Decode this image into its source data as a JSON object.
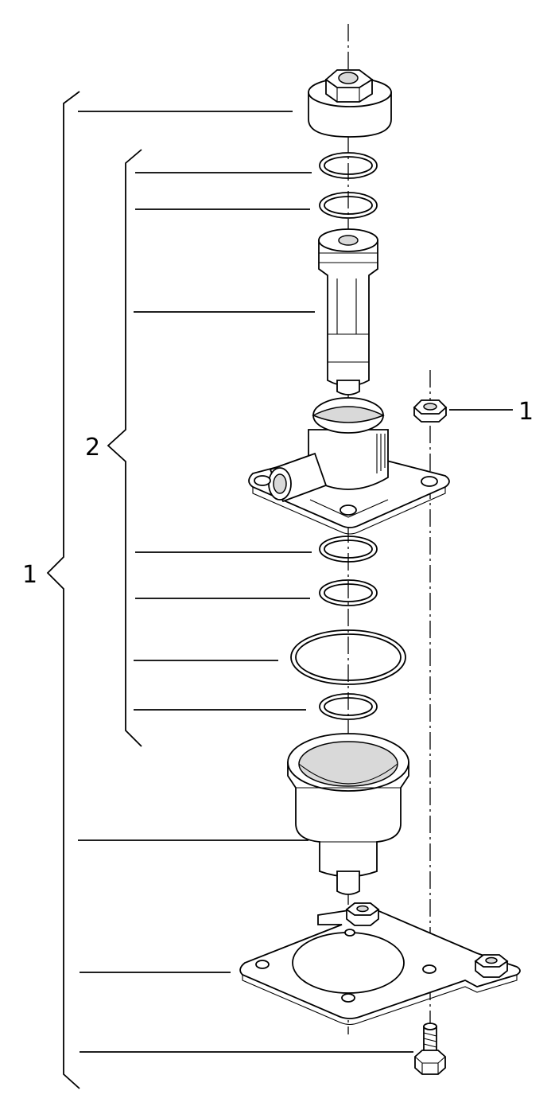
{
  "callouts": {
    "assembly": "1",
    "sub_assembly": "2",
    "nut": "1"
  },
  "colors": {
    "line": "#000000",
    "background": "#ffffff",
    "shade": "#d9d9d9"
  }
}
